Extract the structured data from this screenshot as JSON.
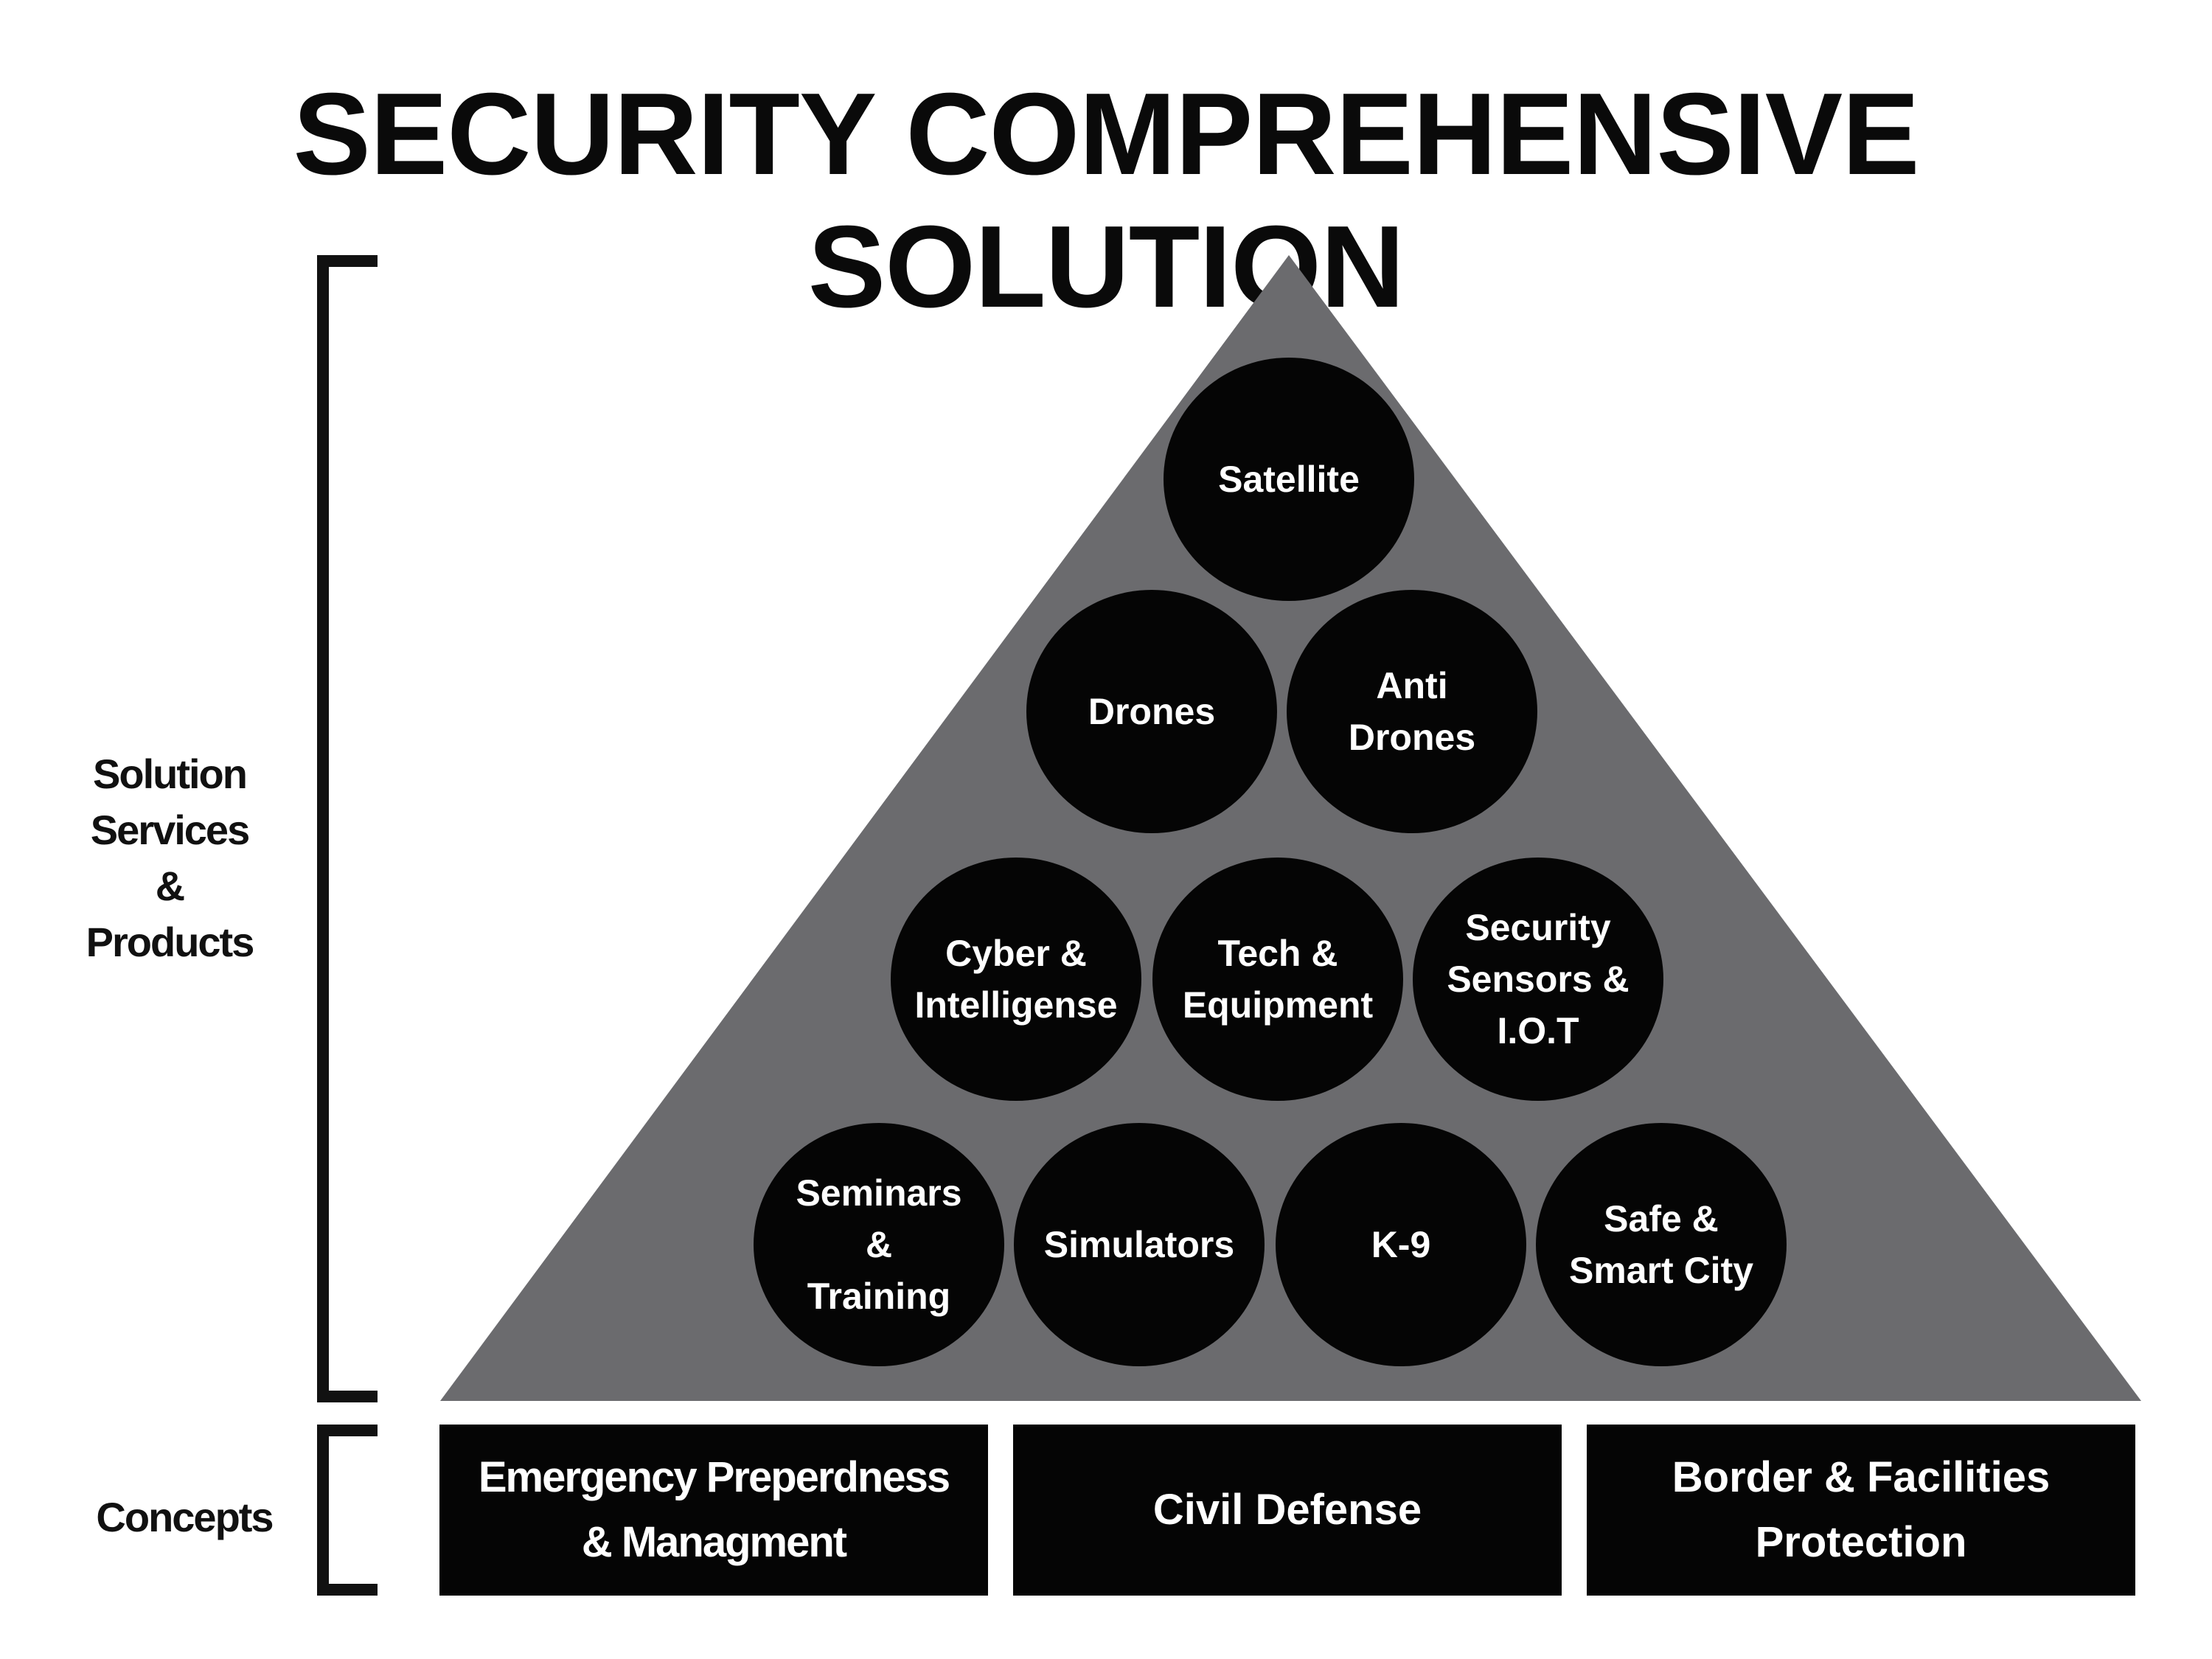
{
  "title": "SECURITY COMPREHENSIVE SOLUTION",
  "side_labels": {
    "solutions_lines": [
      "Solution",
      "Services",
      "&",
      "Products"
    ],
    "concepts": "Concepts"
  },
  "colors": {
    "pyramid": "#6b6b6e",
    "circles": "#050505",
    "text_on_dark": "#ffffff",
    "text_on_light": "#0a0a0a"
  },
  "pyramid_rows": [
    [
      "Satellite"
    ],
    [
      "Drones",
      "Anti\nDrones"
    ],
    [
      "Cyber &\nIntelligense",
      "Tech &\nEquipment",
      "Security\nSensors &\nI.O.T"
    ],
    [
      "Seminars\n&\nTraining",
      "Simulators",
      "K-9",
      "Safe &\nSmart City"
    ]
  ],
  "concepts": [
    "Emergency  Preperdness\n& Managment",
    "Civil Defense",
    "Border & Facilities\nProtection"
  ]
}
